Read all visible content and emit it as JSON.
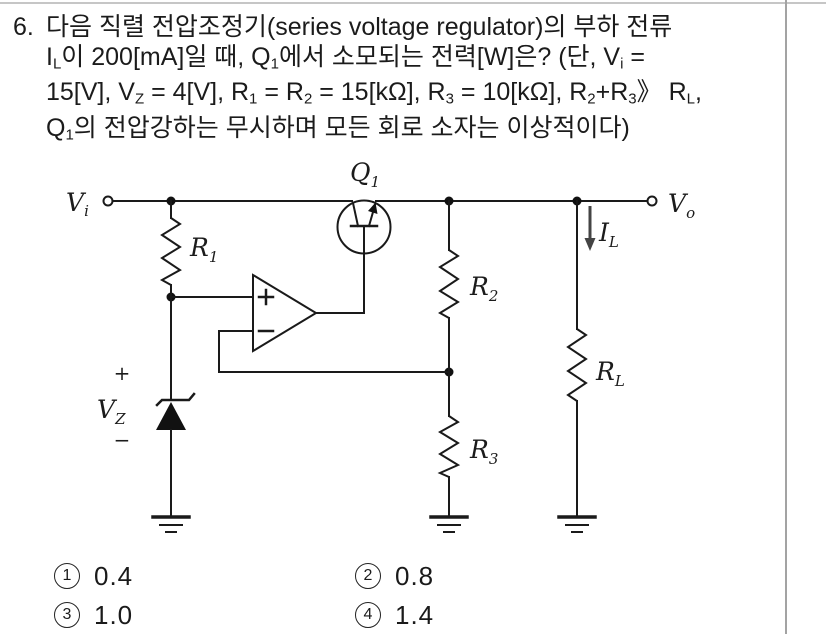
{
  "page": {
    "divider_color": "#a3a3a3",
    "ink_color": "#1a1a1a",
    "il_arrow_color": "#444444"
  },
  "question": {
    "number": "6.",
    "lines": [
      [
        {
          "t": "다음 직렬 전압조정기(series voltage regulator)의 부하 전류"
        }
      ],
      [
        {
          "t": "I"
        },
        {
          "t": "L",
          "sub": true
        },
        {
          "t": "이 200[mA]일 때, Q"
        },
        {
          "t": "1",
          "sub": true
        },
        {
          "t": "에서 소모되는 전력[W]은? (단, V"
        },
        {
          "t": "i",
          "sub": true
        },
        {
          "t": " ="
        }
      ],
      [
        {
          "t": "15[V], V"
        },
        {
          "t": "Z",
          "sub": true
        },
        {
          "t": " = 4[V], R"
        },
        {
          "t": "1",
          "sub": true
        },
        {
          "t": " = R"
        },
        {
          "t": "2",
          "sub": true
        },
        {
          "t": " = 15[kΩ], R"
        },
        {
          "t": "3",
          "sub": true
        },
        {
          "t": " = 10[kΩ], R"
        },
        {
          "t": "2",
          "sub": true
        },
        {
          "t": "+R"
        },
        {
          "t": "3",
          "sub": true
        },
        {
          "t": "》 R"
        },
        {
          "t": "L",
          "sub": true
        },
        {
          "t": ","
        }
      ],
      [
        {
          "t": "Q"
        },
        {
          "t": "1",
          "sub": true
        },
        {
          "t": "의 전압강하는 무시하며 모든 회로 소자는 이상적이다)"
        }
      ]
    ]
  },
  "circuit": {
    "labels": {
      "vi": {
        "main": "V",
        "sub": "i"
      },
      "vo": {
        "main": "V",
        "sub": "o"
      },
      "q1": {
        "main": "Q",
        "sub": "1"
      },
      "r1": {
        "main": "R",
        "sub": "1"
      },
      "r2": {
        "main": "R",
        "sub": "2"
      },
      "r3": {
        "main": "R",
        "sub": "3"
      },
      "rl": {
        "main": "R",
        "sub": "L"
      },
      "vz": {
        "main": "V",
        "sub": "Z"
      },
      "il": {
        "main": "I",
        "sub": "L"
      },
      "vz_plus": "+",
      "vz_minus": "−",
      "opamp_plus": "+",
      "opamp_minus": "−"
    }
  },
  "answers": [
    {
      "num": "1",
      "value": "0.4"
    },
    {
      "num": "2",
      "value": "0.8"
    },
    {
      "num": "3",
      "value": "1.0"
    },
    {
      "num": "4",
      "value": "1.4"
    }
  ]
}
